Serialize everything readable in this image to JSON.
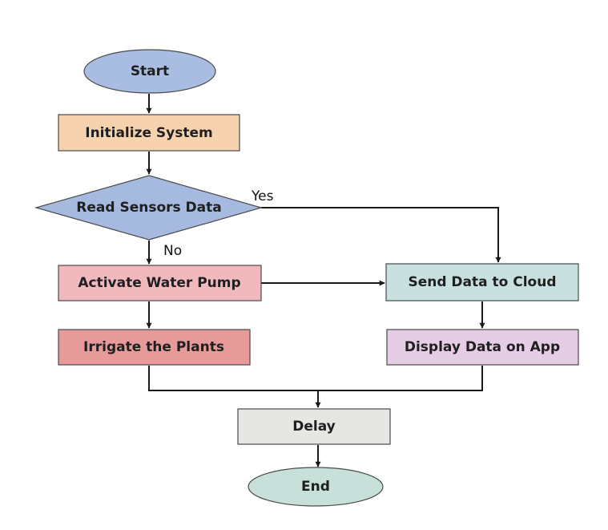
{
  "diagram": {
    "nodes": {
      "start": {
        "label": "Start",
        "shape": "ellipse",
        "color": "#a9bde3"
      },
      "init": {
        "label": "Initialize System",
        "shape": "rect",
        "color": "#f6d3ae"
      },
      "read": {
        "label": "Read Sensors Data",
        "shape": "diamond",
        "color": "#a6b9de"
      },
      "pump": {
        "label": "Activate Water Pump",
        "shape": "rect",
        "color": "#f1b8be"
      },
      "irrigate": {
        "label": "Irrigate the Plants",
        "shape": "rect",
        "color": "#e69a99"
      },
      "cloud": {
        "label": "Send Data to Cloud",
        "shape": "rect",
        "color": "#c8e0e0"
      },
      "app": {
        "label": "Display Data on App",
        "shape": "rect",
        "color": "#e6cde6"
      },
      "delay": {
        "label": "Delay",
        "shape": "rect",
        "color": "#e6e6e3"
      },
      "end": {
        "label": "End",
        "shape": "ellipse",
        "color": "#c7e0da"
      }
    },
    "edges": {
      "yes_label": "Yes",
      "no_label": "No"
    }
  }
}
